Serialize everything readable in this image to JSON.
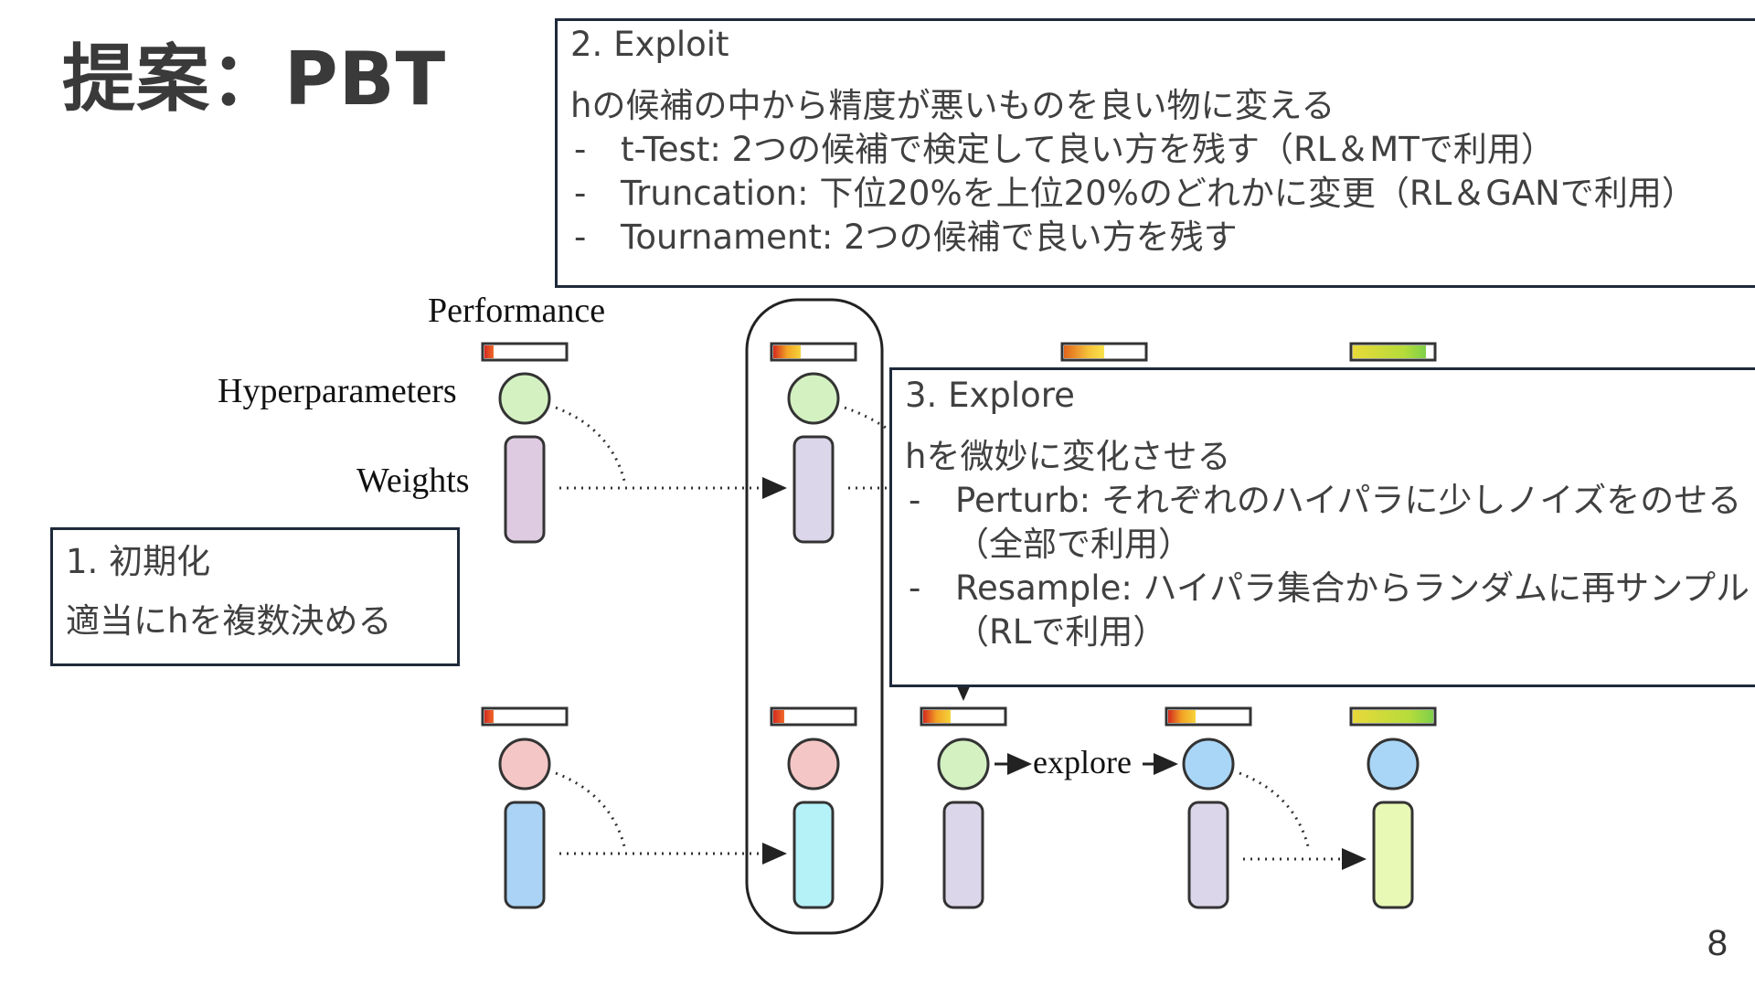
{
  "slide": {
    "title": "提案：PBT",
    "page_number": "8"
  },
  "diagram": {
    "row_labels": {
      "performance": "Performance",
      "hyperparameters": "Hyperparameters",
      "weights": "Weights"
    },
    "explore_label": "explore",
    "colors": {
      "hyper_green": "#d4f1c2",
      "hyper_pink": "#f5c6c6",
      "hyper_blue": "#a9d6f7",
      "weights_purple": "#decbe2",
      "weights_lavender": "#dcd6ea",
      "weights_blue": "#aad3f5",
      "weights_cyan": "#b5f2f8",
      "weights_lime": "#e7f9b5",
      "outline": "#333333"
    }
  },
  "exploit": {
    "heading": "2. Exploit",
    "description": "hの候補の中から精度が悪いものを良い物に変える",
    "items": [
      "t-Test: 2つの候補で検定して良い方を残す（RL＆MTで利用）",
      "Truncation: 下位20%を上位20%のどれかに変更（RL＆GANで利用）",
      "Tournament: 2つの候補で良い方を残す"
    ]
  },
  "explore": {
    "heading": "3. Explore",
    "description": "hを微妙に変化させる",
    "items": [
      "Perturb: それぞれのハイパラに少しノイズをのせる（全部で利用）",
      "Resample: ハイパラ集合からランダムに再サンプル（RLで利用）"
    ]
  },
  "init": {
    "heading": "1. 初期化",
    "description": "適当にhを複数決める"
  }
}
